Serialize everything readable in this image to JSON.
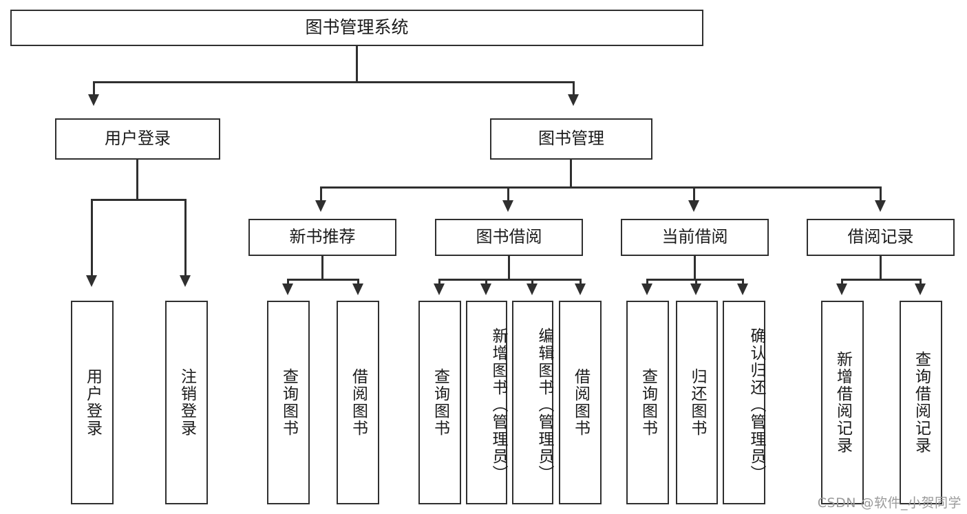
{
  "diagram": {
    "type": "tree",
    "title": "图书管理系统",
    "watermark": "CSDN @软件_小贺同学",
    "colors": {
      "background": "#ffffff",
      "box_border": "#2f2f2f",
      "box_fill": "#ffffff",
      "text": "#1b1b1b",
      "connector": "#2f2f2f",
      "watermark": "#9a9a9a"
    },
    "levels": {
      "root": {
        "label": "图书管理系统"
      },
      "level2": [
        {
          "label": "用户登录"
        },
        {
          "label": "图书管理"
        }
      ],
      "level3": [
        {
          "label": "新书推荐"
        },
        {
          "label": "图书借阅"
        },
        {
          "label": "当前借阅"
        },
        {
          "label": "借阅记录"
        }
      ],
      "leaves": {
        "user_login": [
          {
            "label": "用户登录"
          },
          {
            "label": "注销登录"
          }
        ],
        "new_book_recommend": [
          {
            "label": "查询图书"
          },
          {
            "label": "借阅图书"
          }
        ],
        "book_borrow": [
          {
            "label": "查询图书"
          },
          {
            "label": "新增图书（管理员）"
          },
          {
            "label": "编辑图书（管理员）"
          },
          {
            "label": "借阅图书"
          }
        ],
        "current_borrow": [
          {
            "label": "查询图书"
          },
          {
            "label": "归还图书"
          },
          {
            "label": "确认归还（管理员）"
          }
        ],
        "borrow_record": [
          {
            "label": "新增借阅记录"
          },
          {
            "label": "查询借阅记录"
          }
        ]
      }
    }
  }
}
